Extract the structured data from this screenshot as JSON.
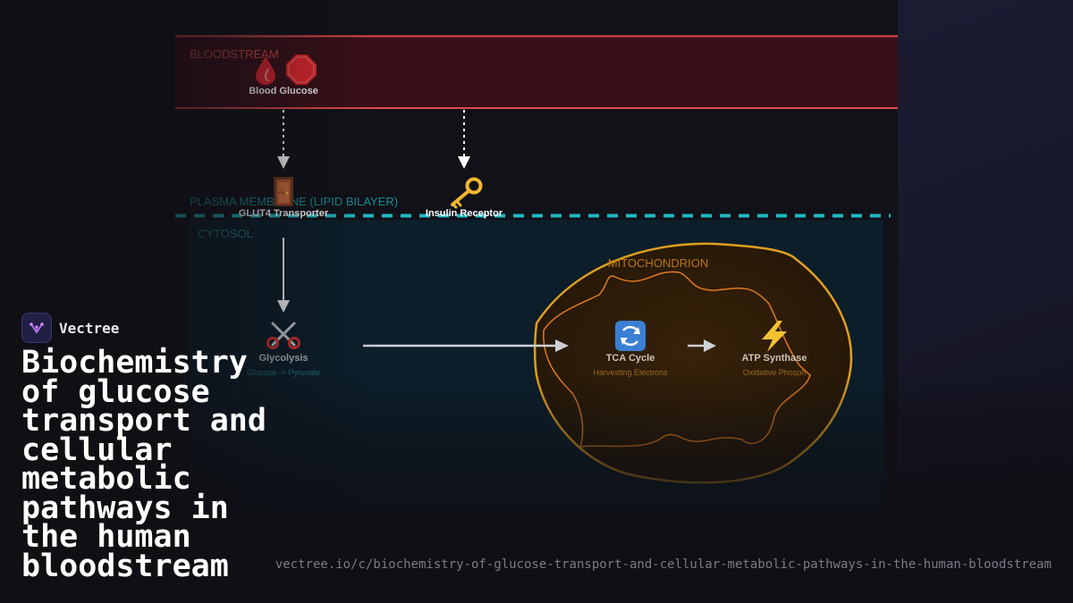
{
  "diagram": {
    "compartments": {
      "bloodstream": "BLOODSTREAM",
      "membrane": "PLASMA MEMBRANE (LIPID BILAYER)",
      "cytosol": "CYTOSOL",
      "mitochondrion": "MITOCHONDRION"
    },
    "nodes": {
      "blood_glucose": {
        "label": "Blood Glucose",
        "icon": "blood-drop-and-stop-sign-icon"
      },
      "glut4": {
        "label": "GLUT4 Transporter",
        "icon": "door-icon"
      },
      "insulin_receptor": {
        "label": "Insulin Receptor",
        "icon": "key-icon"
      },
      "glycolysis": {
        "label": "Glycolysis",
        "sublabel": "Glucose -> Pyruvate",
        "icon": "scissors-icon"
      },
      "tca_cycle": {
        "label": "TCA Cycle",
        "sublabel": "Harvesting Electrons",
        "icon": "cycle-arrows-icon"
      },
      "atp_synthase": {
        "label": "ATP Synthase",
        "sublabel": "Oxidative Phosph",
        "icon": "lightning-icon"
      }
    },
    "colors": {
      "bloodstream": "#e04a4a",
      "membrane": "#1fb8c2",
      "cytosol": "#0b2030",
      "mitochondrion": "#e0a020",
      "arrow": "#d8d8de"
    }
  },
  "brand": {
    "name": "Vectree"
  },
  "title": "Biochemistry of glucose transport and cellular metabolic pathways in the human bloodstream",
  "url": "vectree.io/c/biochemistry-of-glucose-transport-and-cellular-metabolic-pathways-in-the-human-bloodstream"
}
